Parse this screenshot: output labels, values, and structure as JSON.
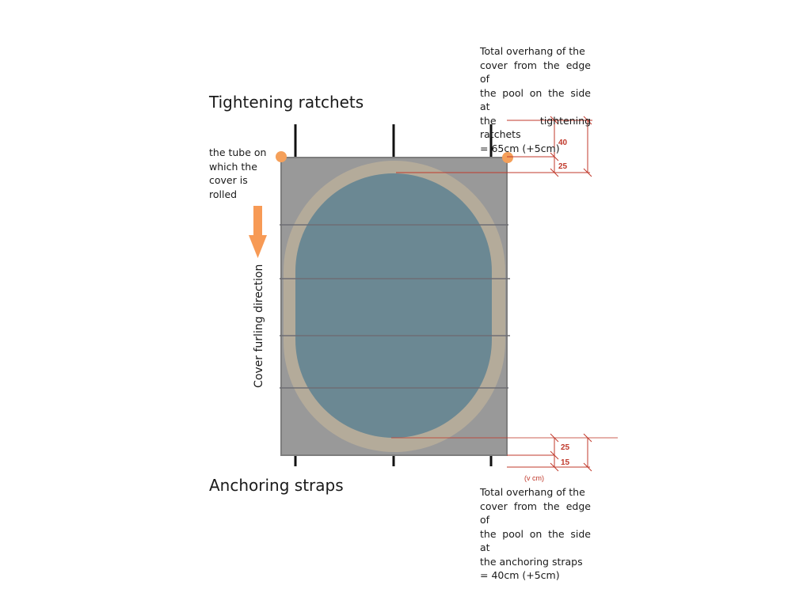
{
  "labels": {
    "tightening_ratchets": "Tightening ratchets",
    "anchoring_straps": "Anchoring straps",
    "tube": [
      "the tube on",
      "which the",
      "cover is",
      "rolled"
    ],
    "furling_direction": "Cover furling direction"
  },
  "notes": {
    "top": [
      "Total overhang of the",
      "cover from the edge of",
      "the pool on the side at",
      "the tightening ratchets",
      "= 65cm (+5cm)"
    ],
    "bottom": [
      "Total overhang of the",
      "cover from the edge of",
      "the pool on the side at",
      "the anchoring straps",
      "= 40cm (+5cm)"
    ]
  },
  "dimensions": {
    "top_outer": "40",
    "top_inner": "25",
    "bottom_inner": "25",
    "bottom_outer": "15",
    "bottom_caption": "(v cm)"
  },
  "colors": {
    "cover": "#999999",
    "pool_ring": "#b9ae9a",
    "water": "#6b8893",
    "dimension": "#c0392b",
    "tube_marker": "#f5a05a",
    "arrow": "#f79a55"
  }
}
